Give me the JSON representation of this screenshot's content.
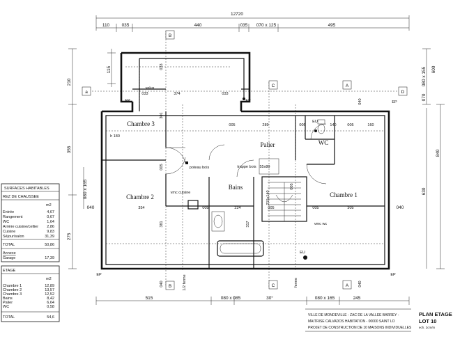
{
  "dimensions": {
    "top_total": "12720",
    "top_row": [
      "110",
      "035",
      "440",
      "035",
      "070 x 125",
      "495"
    ],
    "bottom_row": [
      "515",
      "080 x 085",
      "30°",
      "080 x 165",
      "245"
    ],
    "left_col": [
      "115",
      "210",
      "355",
      "080 x 165",
      "275"
    ],
    "right_col": [
      "080 x 155",
      "600",
      "070",
      "840",
      "630"
    ]
  },
  "markers": {
    "B": "B",
    "C": "C",
    "A": "A",
    "D": "D",
    "a": "a"
  },
  "rooms": {
    "chambre3": "Chambre 3",
    "chambre2": "Chambre 2",
    "chambre1": "Chambre 1",
    "palier": "Palier",
    "wc": "WC",
    "bains": "Bains"
  },
  "labels": {
    "velux": "velux",
    "ep": "EP",
    "eu": "EU",
    "h180": "h 180",
    "poteau": "poteau bois",
    "trappe": "trappe bois",
    "trappe_dim": "55x80",
    "vmc_cuisine": "vmc cuisine",
    "vmc_wc": "vmc wc",
    "ferme": "ferme",
    "demi_ferme": "1/2 ferme"
  },
  "inner_dims": {
    "d033a": "033",
    "d033b": "033",
    "d033c": "033",
    "d374": "374",
    "d301": "301",
    "d005a": "005",
    "d005b": "005",
    "d005c": "005",
    "d005d": "005",
    "d005e": "005",
    "d005f": "005",
    "d005g": "005",
    "d005h": "005",
    "d289": "289",
    "d140": "140",
    "d160": "160",
    "d040a": "040",
    "d040b": "040",
    "d040c": "040",
    "d040d": "040",
    "d040e": "040",
    "d354": "354",
    "d224": "224",
    "d305": "305",
    "d381": "381",
    "d317": "317",
    "d215": "215x140",
    "d070": "070"
  },
  "surfaces_rdc": {
    "header": "SURFACES HABITABLES",
    "title": "REZ DE CHAUSSEE",
    "unit": "m2",
    "rows": [
      {
        "name": "Entrée",
        "value": "4,67"
      },
      {
        "name": "Rangement",
        "value": "0,67"
      },
      {
        "name": "WC",
        "value": "1,64"
      },
      {
        "name": "Arrière cuisine/cellier",
        "value": "2,86"
      },
      {
        "name": "Cuisine",
        "value": "9,83"
      },
      {
        "name": "Séjour/salon",
        "value": "31,39"
      }
    ],
    "total_label": "TOTAL",
    "total_value": "50,86",
    "annexe_label": "Annexe",
    "garage_label": "Garage",
    "garage_value": "17,39"
  },
  "surfaces_etage": {
    "title": "ETAGE",
    "unit": "m2",
    "rows": [
      {
        "name": "Chambre 1",
        "value": "12,89"
      },
      {
        "name": "Chambre 2",
        "value": "13,57"
      },
      {
        "name": "Chambre 3",
        "value": "12,52"
      },
      {
        "name": "Bains",
        "value": "8,42"
      },
      {
        "name": "Palier",
        "value": "6,64"
      },
      {
        "name": "WC",
        "value": "0,58"
      }
    ],
    "total_label": "TOTAL",
    "total_value": "54,6"
  },
  "cartouche": {
    "line1": "VILLE DE MONDEVILLE    - ZAC DE LA VALLEE BARREY -",
    "line2": "MAITRISE CALVADOS HABITATION - 00000 SAINT LO",
    "line3": "PROJET DE CONSTRUCTION DE 10 MAISONS INDIVIDUELLES",
    "title1": "PLAN ETAGE",
    "title2": "LOT 10",
    "scale": "ech. 2cm/m"
  }
}
